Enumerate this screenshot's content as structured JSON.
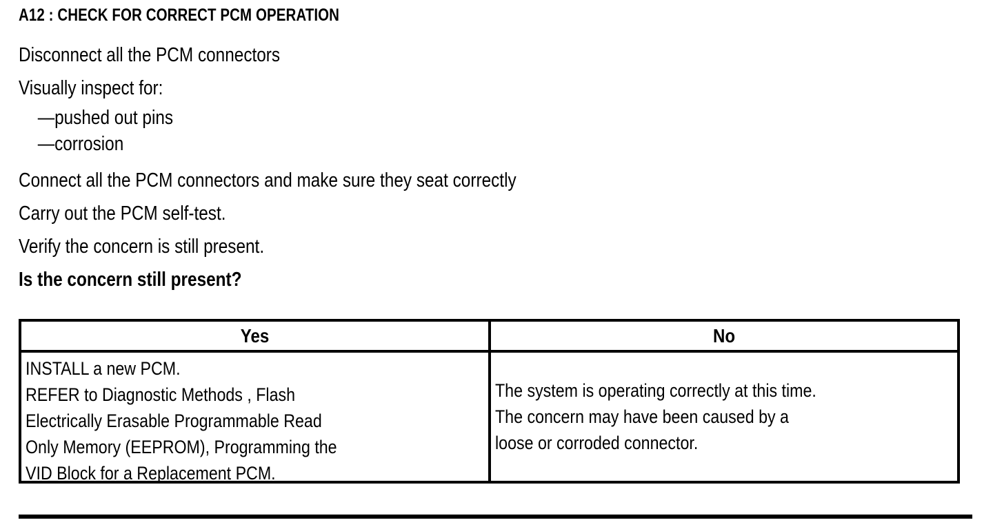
{
  "document": {
    "step_title": "A12 : CHECK FOR CORRECT PCM OPERATION",
    "instructions": [
      {
        "text": "Disconnect all the PCM connectors",
        "style": "normal"
      },
      {
        "text": "Visually inspect for:",
        "style": "normal"
      },
      {
        "text": "—pushed out pins",
        "style": "bullet"
      },
      {
        "text": "—corrosion",
        "style": "bullet"
      },
      {
        "text": "Connect all the PCM connectors and make sure they seat correctly",
        "style": "normal"
      },
      {
        "text": "Carry out the PCM self-test.",
        "style": "normal"
      },
      {
        "text": "Verify the concern is still present.",
        "style": "normal"
      },
      {
        "text": "Is the concern still present?",
        "style": "bold"
      }
    ]
  },
  "decision_table": {
    "headers": {
      "yes": "Yes",
      "no": "No"
    },
    "yes_cell_lines": [
      "INSTALL a new PCM.",
      "REFER to Diagnostic Methods , Flash",
      "Electrically Erasable Programmable Read",
      "Only Memory  (EEPROM), Programming the",
      "VID Block for a Replacement PCM."
    ],
    "no_cell_lines": [
      "The system is operating correctly at this time.",
      "The concern may have been caused by a",
      "loose or corroded connector."
    ]
  },
  "colors": {
    "ink": "#000000",
    "paper": "#ffffff"
  }
}
